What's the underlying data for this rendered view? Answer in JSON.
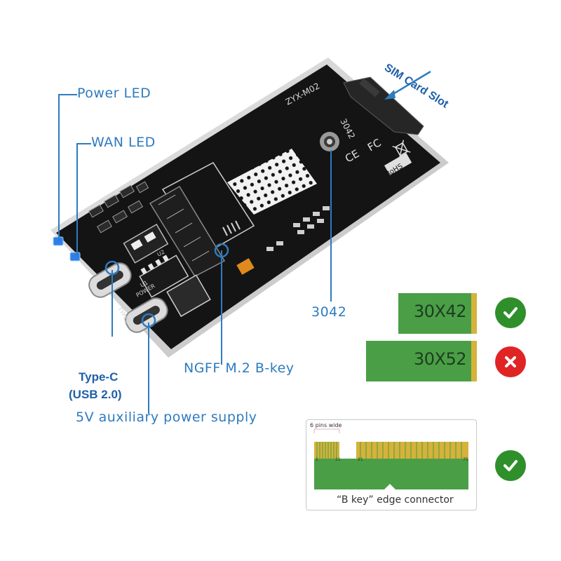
{
  "labels": {
    "power_led": "Power LED",
    "wan_led": "WAN LED",
    "sim_slot": "SIM Card Slot",
    "size_3042": "3042",
    "ngff": "NGFF M.2 B-key",
    "typec_line1": "Type-C",
    "typec_line2": "(USB 2.0)",
    "aux_power": "5V auxiliary power supply"
  },
  "board_silkscreen": {
    "model": "ZYX-M02",
    "size": "3042",
    "ce": "CE",
    "fc": "FC",
    "rohs": "RoHS",
    "typec_port": "TYPEC",
    "power_port": "POWER",
    "u1": "U1",
    "u2": "U2"
  },
  "compatibility": [
    {
      "card": "30X42",
      "status": "supported"
    },
    {
      "card": "30X52",
      "status": "not-supported"
    }
  ],
  "connector": {
    "pins_wide": "6 pins wide",
    "pin_1": "1",
    "pin_11": "11",
    "pin_21": "21",
    "pin_75": "75",
    "caption": "“B key” edge connector",
    "status": "supported"
  },
  "colors": {
    "label_blue": "#2e7bbf",
    "pcb_black": "#141414",
    "card_green": "#3f9a3d",
    "check_green": "#2f8f2b",
    "cross_red": "#e02424",
    "gold": "#d6b23a"
  }
}
